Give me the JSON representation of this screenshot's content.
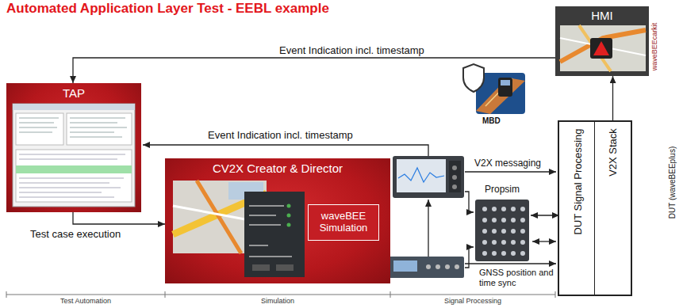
{
  "diagram": {
    "title": "Automated Application Layer Test - EEBL example",
    "nodes": [
      {
        "text": [
          "HMI",
          "waveBEEcarkit"
        ]
      },
      {
        "text": [
          "TAP"
        ]
      },
      {
        "text": [
          "CV2X Creator & Director"
        ]
      },
      {
        "text": [
          "waveBEE Simulation"
        ],
        "in": 2
      },
      {
        "text": [
          "Propsim"
        ]
      },
      {
        "text": [
          "DUT (waveBEEplus)"
        ]
      },
      {
        "text": [
          "DUT Signal Processing"
        ],
        "in": 5
      },
      {
        "text": [
          "V2X Stack"
        ],
        "in": 5
      }
    ],
    "edges": [
      {
        "from": 0,
        "to": 1,
        "arrow": "to",
        "label": "Event Indication incl. timestamp"
      },
      {
        "from": 1,
        "to": 2,
        "arrow": "to",
        "label": "Test case execution"
      },
      {
        "from": 7,
        "to": 0,
        "arrow": "to"
      },
      {
        "from": 4,
        "to": 6,
        "arrow": "both"
      }
    ],
    "labels": [
      "Event Indication incl. timestamp",
      "MBD",
      "V2X messaging",
      "GNSS position and time sync",
      "Test Automation",
      "Simulation",
      "Signal Processing"
    ]
  }
}
